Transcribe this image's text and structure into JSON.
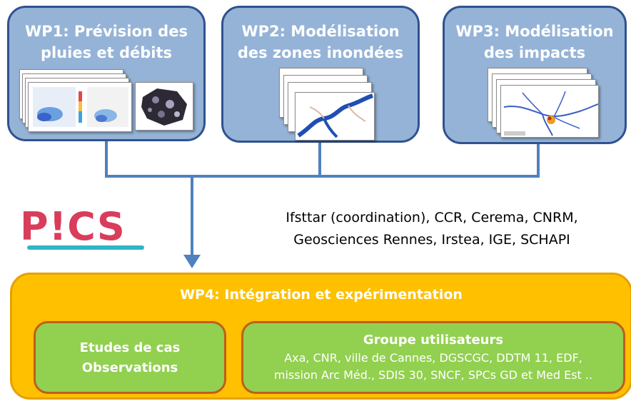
{
  "wp1": {
    "title_line1": "WP1: Prévision des",
    "title_line2": "pluies et débits"
  },
  "wp2": {
    "title_line1": "WP2: Modélisation",
    "title_line2": "des zones inondées"
  },
  "wp3": {
    "title_line1": "WP3: Modélisation",
    "title_line2": "des impacts"
  },
  "logo": {
    "text_pre": "P",
    "text_bang": "!",
    "text_post": "CS"
  },
  "partners": {
    "line1": "Ifsttar (coordination), CCR, Cerema, CNRM,",
    "line2": "Geosciences Rennes, Irstea, IGE, SCHAPI"
  },
  "wp4": {
    "title": "WP4: Intégration et expérimentation",
    "left_box": {
      "line1": "Etudes de cas",
      "line2": "Observations"
    },
    "right_box": {
      "title": "Groupe utilisateurs",
      "line1": "Axa, CNR, ville de Cannes, DGSCGC, DDTM 11, EDF,",
      "line2": "mission Arc Méd., SDIS 30, SNCF, SPCs GD et Med Est .."
    }
  },
  "colors": {
    "wp_box_fill": "#95b3d7",
    "wp_box_border": "#2f528f",
    "connector": "#4f81bd",
    "logo_red": "#d93d5c",
    "logo_teal": "#2fb5c8",
    "wp4_fill": "#ffc000",
    "green_fill": "#92d050",
    "green_border": "#c05e1a"
  }
}
